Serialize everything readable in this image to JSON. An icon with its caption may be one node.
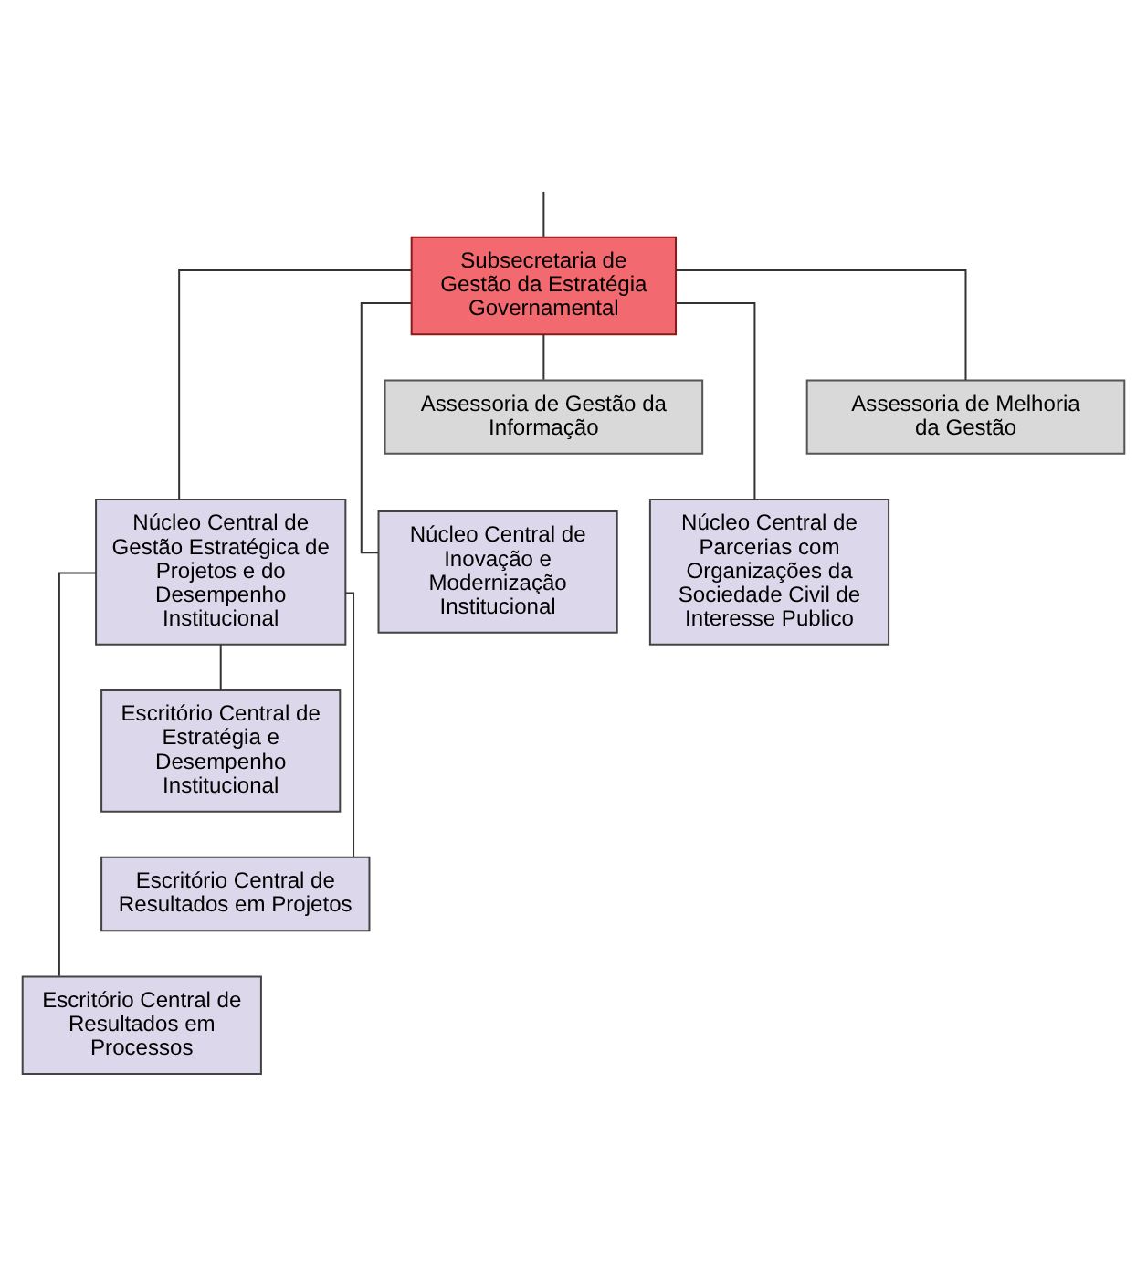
{
  "diagram": {
    "nodes": [
      {
        "text": [
          "Subsecretaria de Gestão da Estratégia Governamental"
        ]
      },
      {
        "text": [
          "Assessoria de Gestão da Informação"
        ]
      },
      {
        "text": [
          "Assessoria de Melhoria da Gestão"
        ]
      },
      {
        "text": [
          "Núcleo Central de Gestão Estratégica de Projetos e do Desempenho Institucional"
        ]
      },
      {
        "text": [
          "Núcleo Central de Inovação e Modernização Institucional"
        ]
      },
      {
        "text": [
          "Núcleo Central de Parcerias com Organizações da Sociedade Civil de Interesse Publico"
        ]
      },
      {
        "text": [
          "Escritório Central de Estratégia e Desempenho Institucional"
        ]
      },
      {
        "text": [
          "Escritório Central de Resultados em Projetos"
        ]
      },
      {
        "text": [
          "Escritório Central de Resultados em Processos"
        ]
      }
    ],
    "edges": [
      {
        "from": null,
        "to": 0,
        "arrow": "none"
      },
      {
        "from": 0,
        "to": 1,
        "arrow": "none"
      },
      {
        "from": 0,
        "to": 2,
        "arrow": "none"
      },
      {
        "from": 0,
        "to": 3,
        "arrow": "none"
      },
      {
        "from": 0,
        "to": 4,
        "arrow": "none"
      },
      {
        "from": 0,
        "to": 5,
        "arrow": "none"
      },
      {
        "from": 3,
        "to": 6,
        "arrow": "none"
      },
      {
        "from": 3,
        "to": 7,
        "arrow": "none"
      },
      {
        "from": 3,
        "to": 8,
        "arrow": "none"
      }
    ]
  }
}
